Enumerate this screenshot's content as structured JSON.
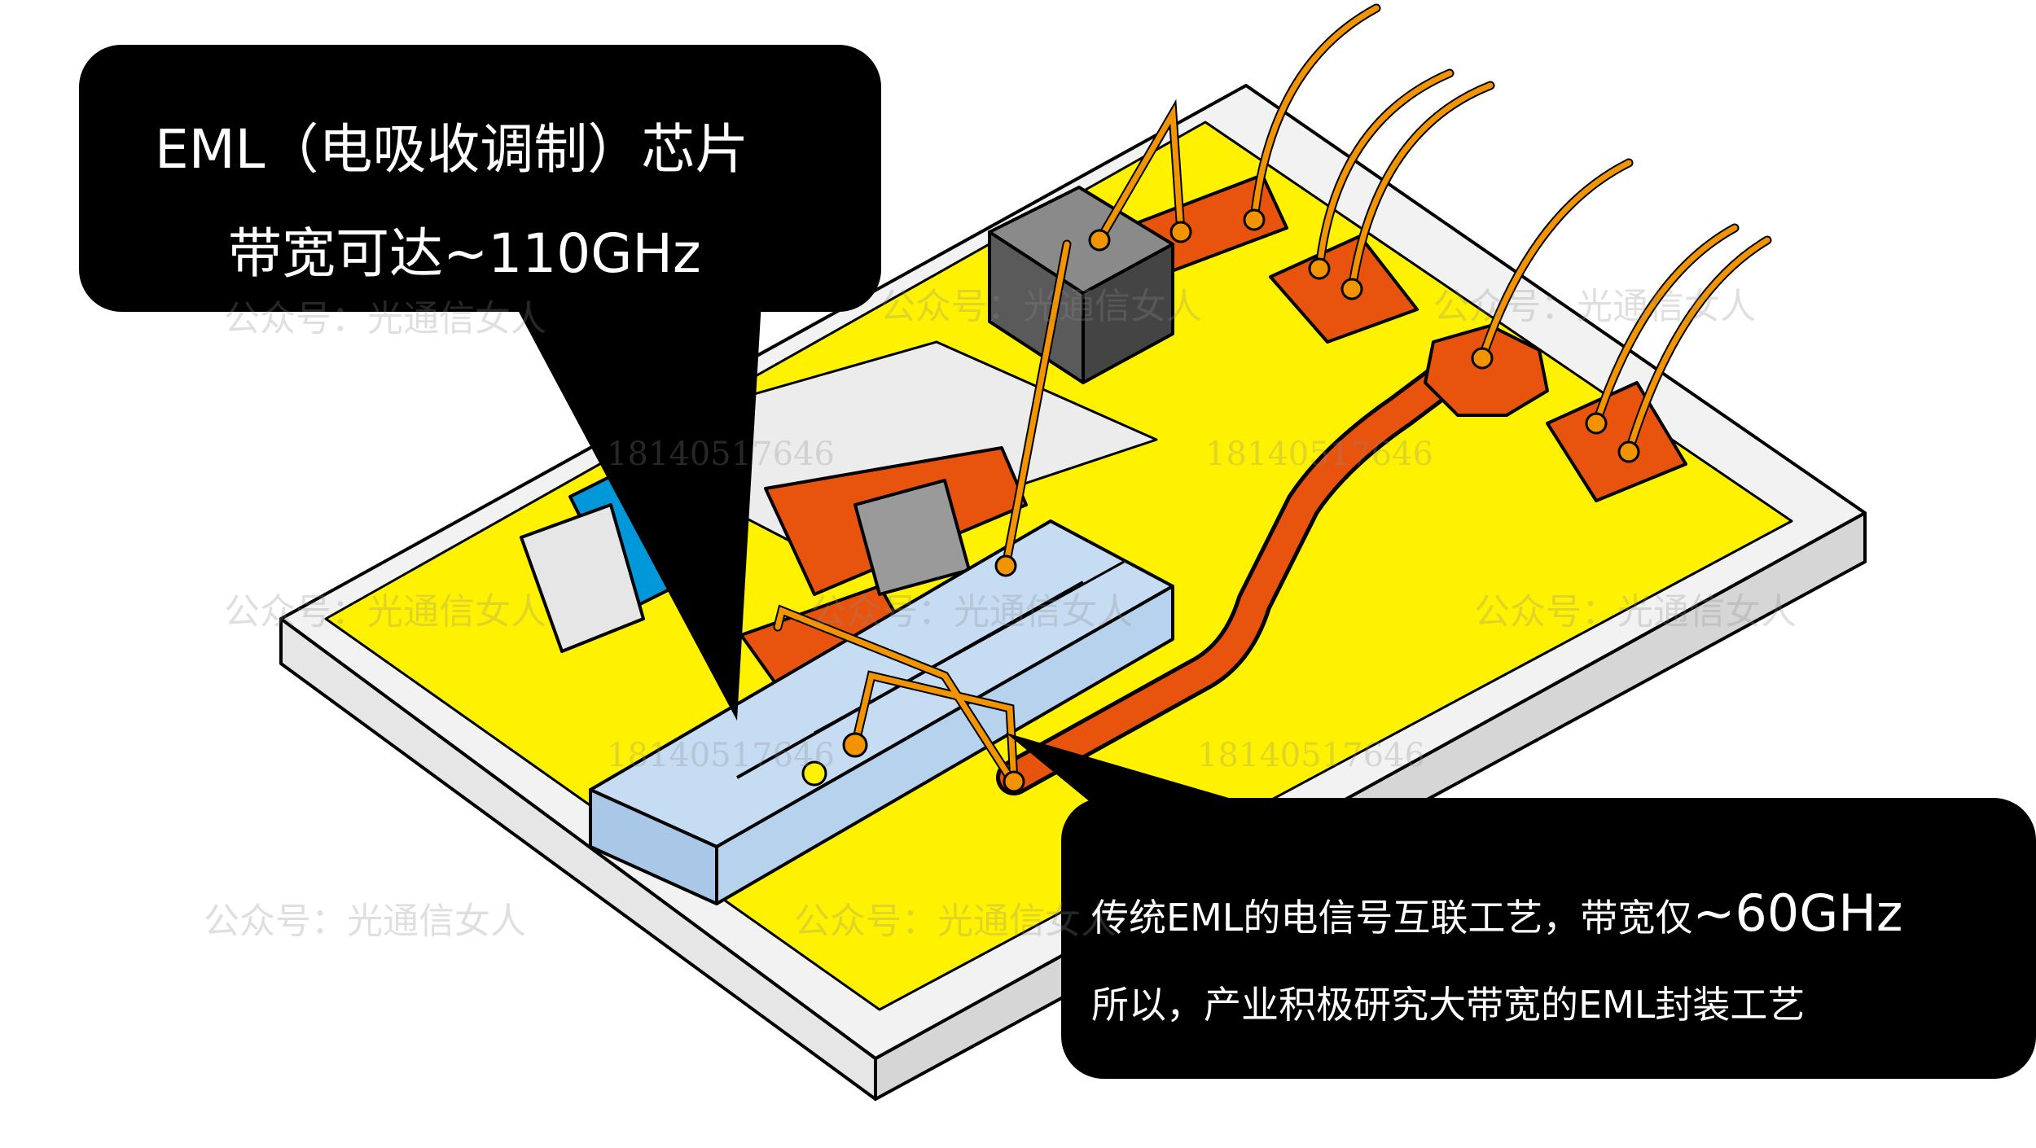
{
  "callout_top": {
    "line1": "EML（电吸收调制）芯片",
    "line2": "带宽可达~110GHz"
  },
  "callout_bottom": {
    "line1_prefix": "传统EML的电信号互联工艺，带宽仅",
    "line1_value": "~60GHz",
    "line2": "所以，产业积极研究大带宽的EML封装工艺"
  },
  "watermarks": {
    "account": "公众号：光通信女人",
    "phone": "18140517646"
  },
  "colors": {
    "substrate_top": "#fff200",
    "substrate_side": "#e6e6e6",
    "pad": "#e8530e",
    "wire": "#f29400",
    "chip": "#c5dcf2",
    "dark_component": "#5a5a5a",
    "blue_component": "#0098d8",
    "callout_bg": "#000000"
  }
}
